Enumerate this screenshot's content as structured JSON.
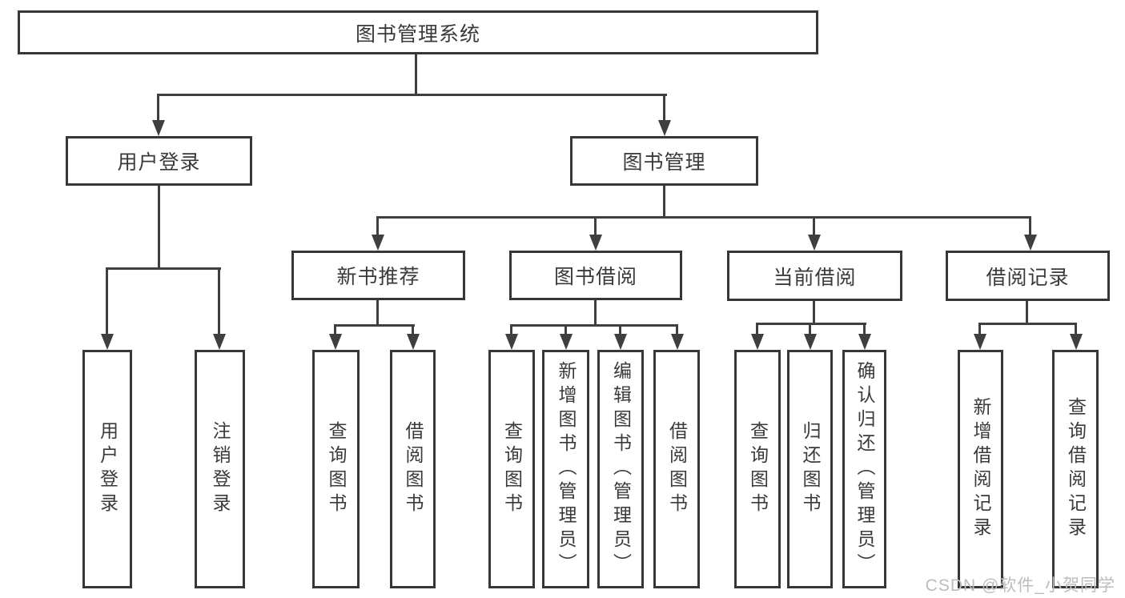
{
  "diagram_title": "图书管理系统",
  "nodes": {
    "root": "图书管理系统",
    "user_login": "用户登录",
    "book_mgmt": "图书管理",
    "new_book_rec": "新书推荐",
    "book_borrow": "图书借阅",
    "current_borrow": "当前借阅",
    "borrow_record": "借阅记录",
    "leaf_user_login": "用户登录",
    "leaf_logout": "注销登录",
    "leaf_nbr_query": "查询图书",
    "leaf_nbr_borrow": "借阅图书",
    "leaf_bb_query": "查询图书",
    "leaf_bb_add": "新增图书（管理员）",
    "leaf_bb_edit": "编辑图书（管理员）",
    "leaf_bb_borrow": "借阅图书",
    "leaf_cb_query": "查询图书",
    "leaf_cb_return": "归还图书",
    "leaf_cb_confirm": "确认归还（管理员）",
    "leaf_br_add": "新增借阅记录",
    "leaf_br_query": "查询借阅记录"
  },
  "watermark": "CSDN @软件_小贺同学",
  "colors": {
    "line": "#3f3f3f",
    "box_border": "#373737",
    "text": "#3a3a3a",
    "watermark": "#bdbdbd",
    "background": "#ffffff"
  },
  "structure": {
    "root": "图书管理系统",
    "children": [
      {
        "label": "用户登录",
        "children": [
          "用户登录",
          "注销登录"
        ]
      },
      {
        "label": "图书管理",
        "children": [
          {
            "label": "新书推荐",
            "children": [
              "查询图书",
              "借阅图书"
            ]
          },
          {
            "label": "图书借阅",
            "children": [
              "查询图书",
              "新增图书（管理员）",
              "编辑图书（管理员）",
              "借阅图书"
            ]
          },
          {
            "label": "当前借阅",
            "children": [
              "查询图书",
              "归还图书",
              "确认归还（管理员）"
            ]
          },
          {
            "label": "借阅记录",
            "children": [
              "新增借阅记录",
              "查询借阅记录"
            ]
          }
        ]
      }
    ]
  }
}
